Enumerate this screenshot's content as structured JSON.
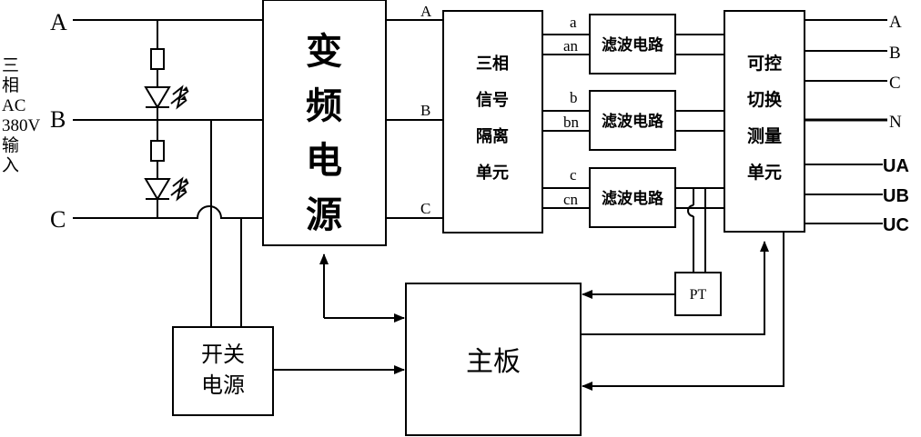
{
  "inputs": {
    "phase_a": "A",
    "phase_b": "B",
    "phase_c": "C",
    "label_lines": [
      "三",
      "相",
      "AC",
      "380V",
      "输",
      "入"
    ]
  },
  "inverter": {
    "lines": [
      "变",
      "频",
      "电",
      "源"
    ]
  },
  "inverter_outputs": {
    "a": "A",
    "b": "B",
    "c": "C"
  },
  "isolation": {
    "lines": [
      "三相",
      "信号",
      "隔离",
      "单元"
    ]
  },
  "channels": [
    {
      "top": "a",
      "bottom": "an",
      "filter": "滤波电路"
    },
    {
      "top": "b",
      "bottom": "bn",
      "filter": "滤波电路"
    },
    {
      "top": "c",
      "bottom": "cn",
      "filter": "滤波电路"
    }
  ],
  "switch_unit": {
    "lines": [
      "可控",
      "切换",
      "测量",
      "单元"
    ]
  },
  "outputs": {
    "a": "A",
    "b": "B",
    "c": "C",
    "n": "N",
    "ua": "UA",
    "ub": "UB",
    "uc": "UC"
  },
  "pt": "PT",
  "mainboard": "主板",
  "switching_psu": {
    "lines": [
      "开关",
      "电源"
    ]
  }
}
